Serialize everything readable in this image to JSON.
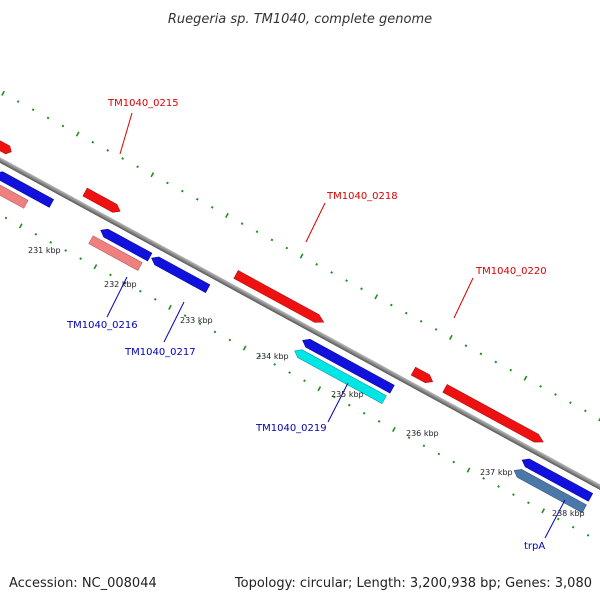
{
  "title": "Ruegeria sp. TM1040, complete genome",
  "footer": {
    "accession": "Accession: NC_008044",
    "topology": "Topology: circular; Length: 3,200,938 bp; Genes: 3,080"
  },
  "colors": {
    "forward_cds": "#ee1111",
    "reverse_cds": "#1111dd",
    "forward_pseudo_pink": "#ee8080",
    "cyan_feature": "#00e6e6",
    "steelblue_feature": "#4a78a8",
    "backbone": "#888888",
    "tick_green": "#1f8f1f",
    "label_red": "#dd0000",
    "label_blue": "#0000bb"
  },
  "scale_labels": [
    "231 kbp",
    "232 kbp",
    "233 kbp",
    "234 kbp",
    "235 kbp",
    "236 kbp",
    "237 kbp",
    "238 kbp"
  ],
  "gene_labels": {
    "forward": [
      "TM1040_0215",
      "TM1040_0218",
      "TM1040_0220"
    ],
    "reverse": [
      "TM1040_0216",
      "TM1040_0217",
      "TM1040_0219",
      "trpA"
    ]
  }
}
